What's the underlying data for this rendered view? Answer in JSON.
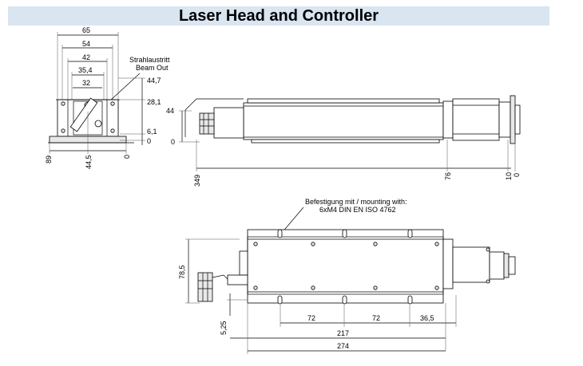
{
  "title": "Laser Head and Controller",
  "front_view": {
    "dims_top": [
      "65",
      "54",
      "42",
      "35,4",
      "32"
    ],
    "dims_right": [
      "44,7",
      "28,1",
      "6,1",
      "0"
    ],
    "dims_bottom": [
      "89",
      "44,5",
      "0"
    ],
    "beam_label_de": "Strahlaustritt",
    "beam_label_en": "Beam Out"
  },
  "side_view": {
    "dim_44": "44",
    "dim_0": "0",
    "dim_349": "349",
    "dim_76": "76",
    "dim_10": "10",
    "dim_0b": "0"
  },
  "top_view": {
    "mount_line1": "Befestigung mit / mounting with:",
    "mount_line2": "6xM4 DIN EN ISO 4762",
    "dim_785": "78,5",
    "dim_525": "5,25",
    "dim_72a": "72",
    "dim_72b": "72",
    "dim_365": "36,5",
    "dim_217": "217",
    "dim_274": "274"
  }
}
